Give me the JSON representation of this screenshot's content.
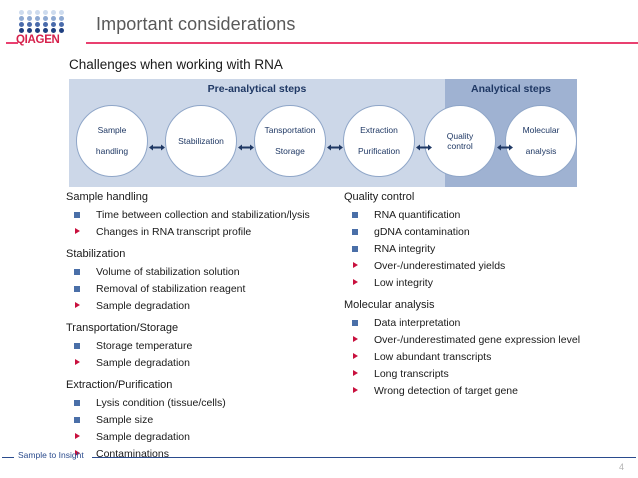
{
  "header": {
    "title": "Important considerations",
    "logo_word": "QIAGEN",
    "rule_color": "#E94070"
  },
  "slide": {
    "heading": "Challenges when working with RNA",
    "page_number": "4",
    "footer_tagline": "Sample to Insight"
  },
  "diagram": {
    "band_pre_label": "Pre-analytical steps",
    "band_ana_label": "Analytical steps",
    "band_pre_color": "#ccd7e8",
    "band_ana_color": "#9fb2d2",
    "node_text_color": "#1F3864",
    "nodes": [
      {
        "line1": "Sample",
        "line2": "handling"
      },
      {
        "line1": "Stabilization",
        "line2": ""
      },
      {
        "line1": "Tansportation",
        "line2": "Storage"
      },
      {
        "line1": "Extraction",
        "line2": "Purification"
      },
      {
        "line1": "Quality control",
        "line2": ""
      },
      {
        "line1": "Molecular",
        "line2": "analysis"
      }
    ]
  },
  "bullet_colors": {
    "square": "#4a6fa8",
    "triangle": "#C8103E"
  },
  "columns": {
    "left": [
      {
        "title": "Sample handling",
        "items": [
          {
            "marker": "square",
            "text": "Time between collection and stabilization/lysis"
          },
          {
            "marker": "triangle",
            "text": "Changes in RNA transcript profile"
          }
        ]
      },
      {
        "title": "Stabilization",
        "items": [
          {
            "marker": "square",
            "text": "Volume of stabilization solution"
          },
          {
            "marker": "square",
            "text": "Removal of stabilization reagent"
          },
          {
            "marker": "triangle",
            "text": "Sample degradation"
          }
        ]
      },
      {
        "title": "Transportation/Storage",
        "items": [
          {
            "marker": "square",
            "text": "Storage temperature"
          },
          {
            "marker": "triangle",
            "text": "Sample degradation"
          }
        ]
      },
      {
        "title": "Extraction/Purification",
        "items": [
          {
            "marker": "square",
            "text": "Lysis condition (tissue/cells)"
          },
          {
            "marker": "square",
            "text": "Sample size"
          },
          {
            "marker": "triangle",
            "text": "Sample degradation"
          },
          {
            "marker": "triangle",
            "text": "Contaminations"
          }
        ]
      }
    ],
    "right": [
      {
        "title": "Quality control",
        "items": [
          {
            "marker": "square",
            "text": "RNA quantification"
          },
          {
            "marker": "square",
            "text": "gDNA contamination"
          },
          {
            "marker": "square",
            "text": "RNA integrity"
          },
          {
            "marker": "triangle",
            "text": "Over-/underestimated yields"
          },
          {
            "marker": "triangle",
            "text": "Low integrity"
          }
        ]
      },
      {
        "title": "Molecular analysis",
        "items": [
          {
            "marker": "square",
            "text": "Data interpretation"
          },
          {
            "marker": "triangle",
            "text": "Over-/underestimated gene expression level"
          },
          {
            "marker": "triangle",
            "text": "Low abundant transcripts"
          },
          {
            "marker": "triangle",
            "text": "Long transcripts"
          },
          {
            "marker": "triangle",
            "text": "Wrong detection of target gene"
          }
        ]
      }
    ]
  }
}
